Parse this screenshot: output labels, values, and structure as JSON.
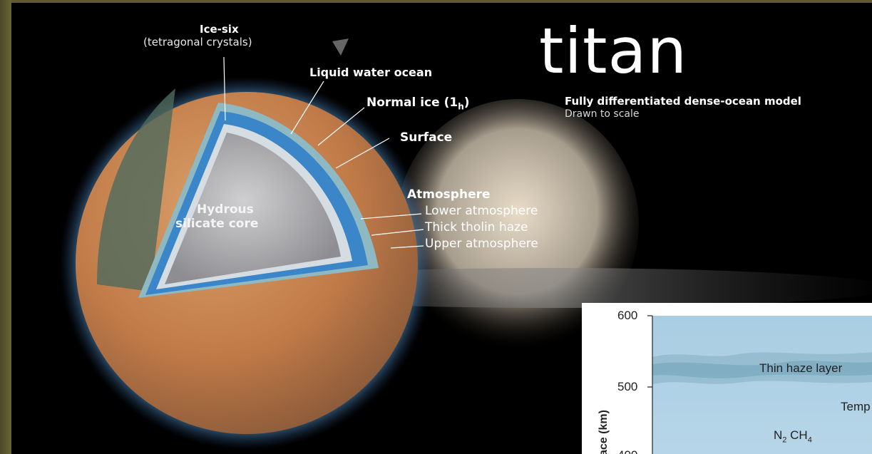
{
  "title": "titan",
  "subtitle": "Fully differentiated dense-ocean model",
  "subtitle2": "Drawn to scale",
  "layers": {
    "ice_six": "Ice-six",
    "ice_six_sub": "(tetragonal crystals)",
    "liquid_water": "Liquid water ocean",
    "normal_ice": "Normal ice (1",
    "normal_ice_sub": "h",
    "normal_ice_close": ")",
    "surface": "Surface",
    "core_line1": "Hydrous",
    "core_line2": "silicate core",
    "atmosphere": "Atmosphere",
    "lower_atm": "Lower atmosphere",
    "tholin": "Thick tholin haze",
    "upper_atm": "Upper atmosphere"
  },
  "inset": {
    "ticks": [
      "600",
      "500",
      "400"
    ],
    "axis_label": "ace (km)",
    "haze_label": "Thin haze layer",
    "temp_label": "Temp",
    "gases": "N",
    "gases_sub": "2",
    "gases_mid": " CH",
    "gases_sub2": "4"
  },
  "colors": {
    "background": "#000000",
    "ocean": "#3a86c8",
    "core": "#b9b9bb",
    "crust": "#c98a55",
    "frame": "#5f5a32"
  }
}
